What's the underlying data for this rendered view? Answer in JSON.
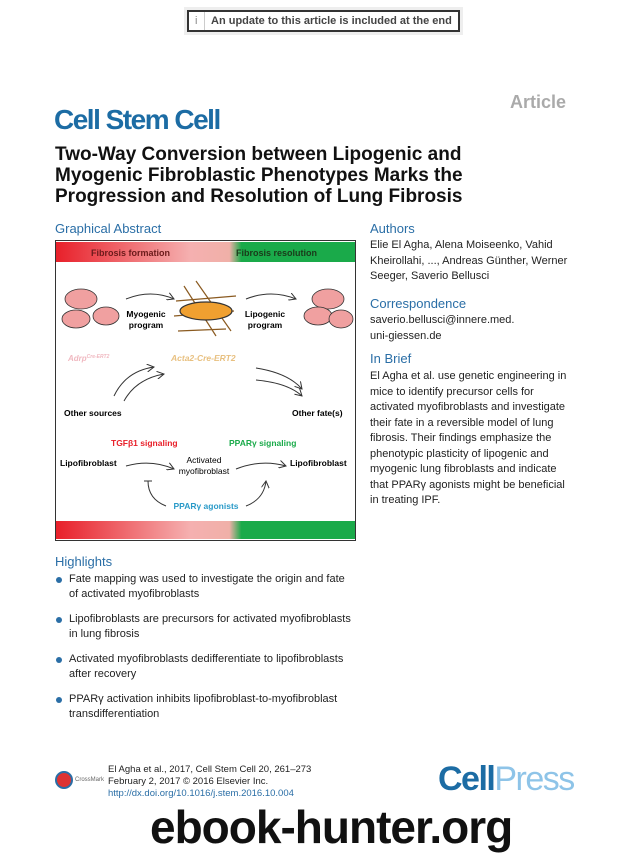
{
  "banner": {
    "icon": "i",
    "text": "An update to this article is included at the end"
  },
  "article_type": "Article",
  "journal": "Cell Stem Cell",
  "title": "Two-Way Conversion between Lipogenic and Myogenic Fibroblastic Phenotypes Marks the Progression and Resolution of Lung Fibrosis",
  "graphical_abstract": {
    "heading": "Graphical Abstract",
    "top_left": "Fibrosis formation",
    "top_right": "Fibrosis resolution",
    "myogenic": [
      "Myogenic",
      "program"
    ],
    "lipogenic": [
      "Lipogenic",
      "program"
    ],
    "adrp": "Adrp",
    "adrp_sup": "Cre-ERT2",
    "acta2": "Acta2-Cre-ERT2",
    "other_sources": "Other sources",
    "other_fates": "Other fate(s)",
    "tgf": "TGFβ1 signaling",
    "ppar_sig": "PPARγ signaling",
    "lipo_left": "Lipofibroblast",
    "activated": [
      "Activated",
      "myofibroblast"
    ],
    "lipo_right": "Lipofibroblast",
    "agonists": "PPARγ agonists",
    "colors": {
      "red": "#e8202a",
      "green": "#1aaa4a",
      "pink": "#f0a0a0",
      "blue": "#2a9ac8"
    }
  },
  "authors": {
    "heading": "Authors",
    "text": "Elie El Agha, Alena Moiseenko, Vahid Kheirollahi, ..., Andreas Günther, Werner Seeger, Saverio Bellusci"
  },
  "correspondence": {
    "heading": "Correspondence",
    "email": "saverio.bellusci@innere.med.uni-giessen.de"
  },
  "in_brief": {
    "heading": "In Brief",
    "text": "El Agha et al. use genetic engineering in mice to identify precursor cells for activated myofibroblasts and investigate their fate in a reversible model of lung fibrosis. Their findings emphasize the phenotypic plasticity of lipogenic and myogenic lung fibroblasts and indicate that PPARγ agonists might be beneficial in treating IPF."
  },
  "highlights": {
    "heading": "Highlights",
    "items": [
      "Fate mapping was used to investigate the origin and fate of activated myofibroblasts",
      "Lipofibroblasts are precursors for activated myofibroblasts in lung fibrosis",
      "Activated myofibroblasts dedifferentiate to lipofibroblasts after recovery",
      "PPARγ activation inhibits lipofibroblast-to-myofibroblast transdifferentiation"
    ]
  },
  "footer": {
    "citation": "El Agha et al., 2017, Cell Stem Cell 20, 261–273",
    "date": "February 2, 2017 © 2016 Elsevier Inc.",
    "doi": "http://dx.doi.org/10.1016/j.stem.2016.10.004",
    "crossmark": "CrossMark",
    "cellpress_a": "Cell",
    "cellpress_b": "Press"
  },
  "watermark": "ebook-hunter.org"
}
